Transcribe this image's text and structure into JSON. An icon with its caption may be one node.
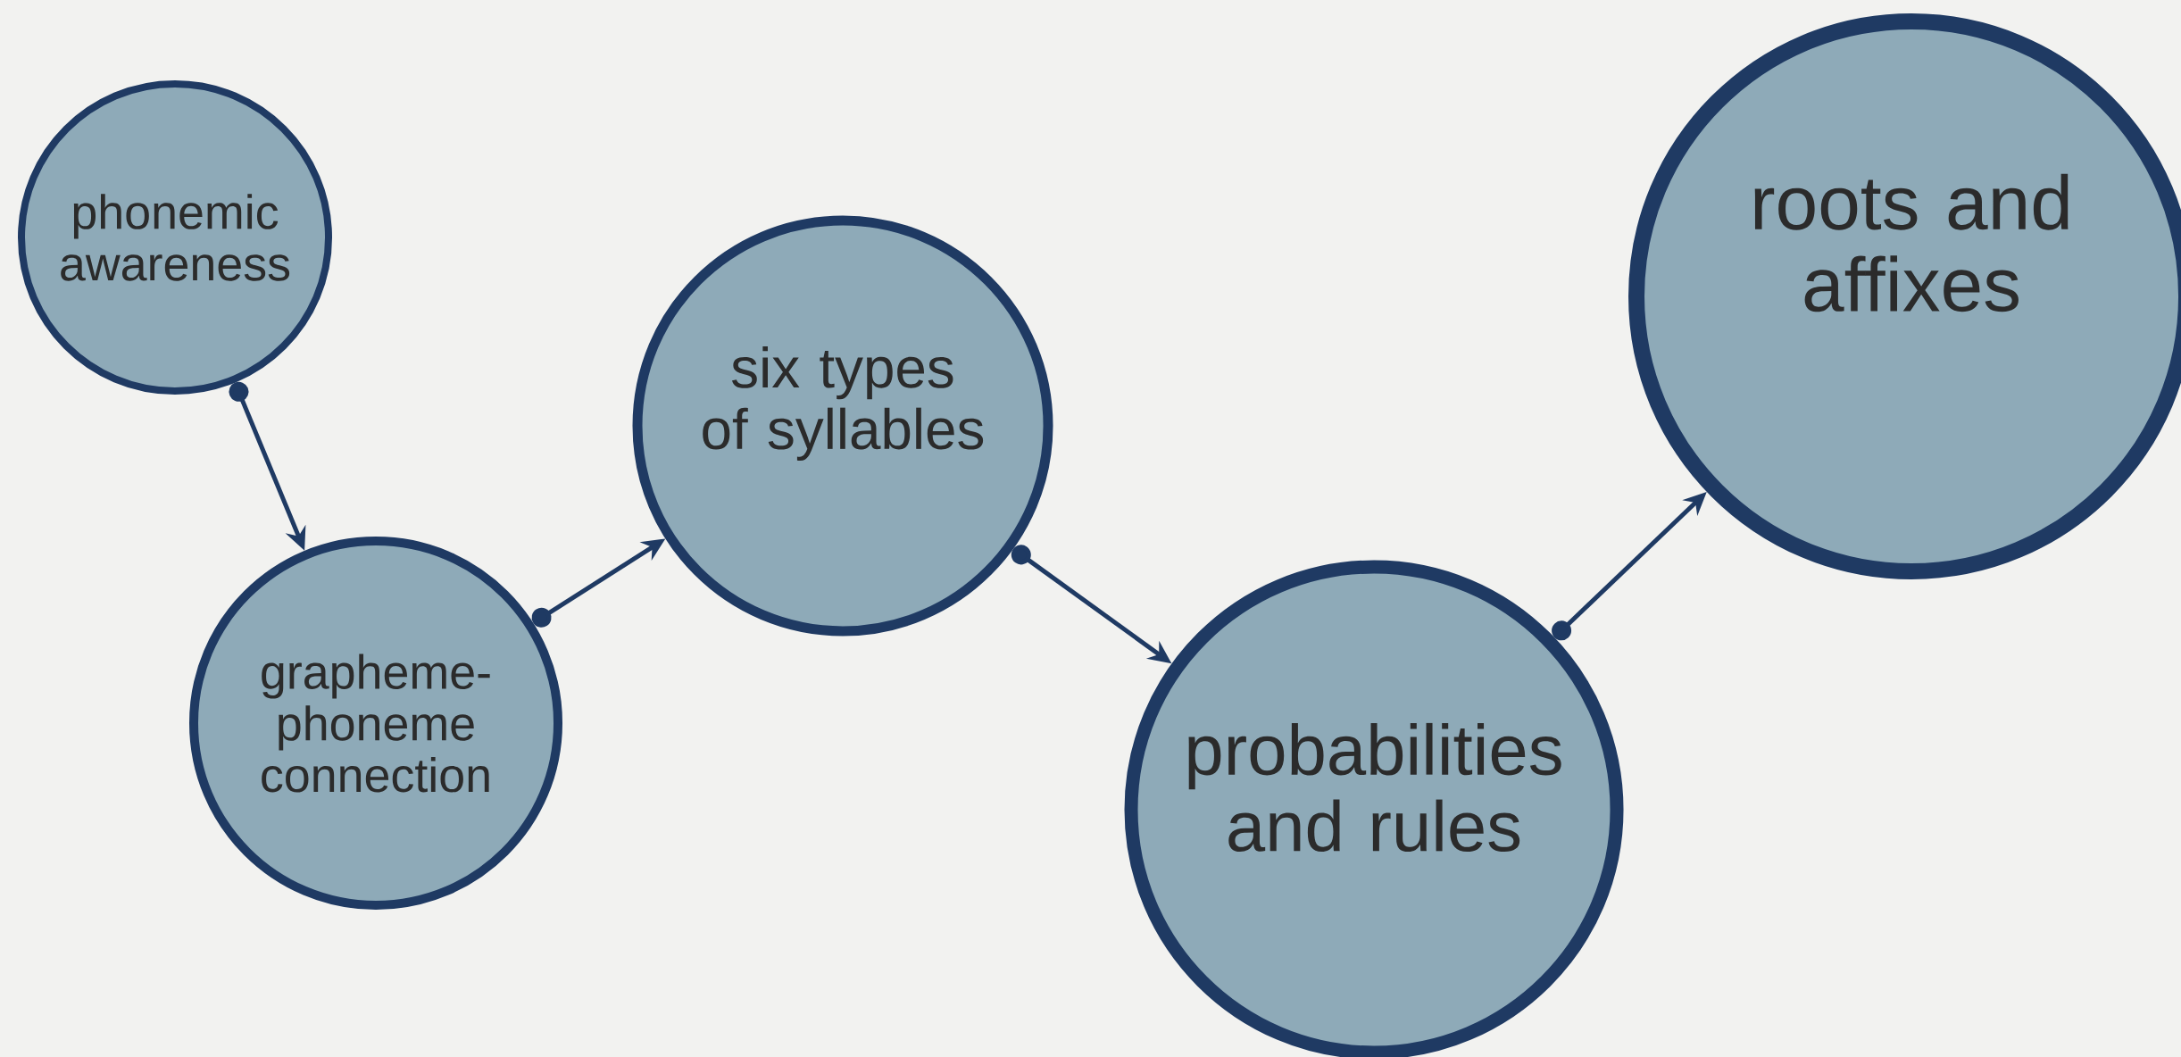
{
  "diagram": {
    "nodes": [
      {
        "text": [
          "phonemic awareness"
        ]
      },
      {
        "text": [
          "grapheme-phoneme connection"
        ]
      },
      {
        "text": [
          "six types of syllables"
        ]
      },
      {
        "text": [
          "probabilities and rules"
        ]
      },
      {
        "text": [
          "roots and affixes"
        ]
      }
    ],
    "edges": [
      {
        "from": 0,
        "to": 1,
        "arrow": "to"
      },
      {
        "from": 1,
        "to": 2,
        "arrow": "to"
      },
      {
        "from": 2,
        "to": 3,
        "arrow": "to"
      },
      {
        "from": 3,
        "to": 4,
        "arrow": "to"
      }
    ]
  }
}
